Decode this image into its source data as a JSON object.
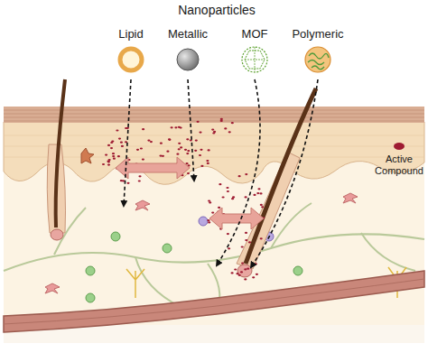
{
  "diagram": {
    "title": "Nanoparticles",
    "nodes": [
      {
        "text": [
          "Lipid"
        ]
      },
      {
        "text": [
          "Metallic"
        ]
      },
      {
        "text": [
          "MOF"
        ]
      },
      {
        "text": [
          "Polymeric"
        ]
      }
    ],
    "legend": [
      {
        "text": "Active Compound",
        "color": "#9e1b32"
      }
    ]
  }
}
